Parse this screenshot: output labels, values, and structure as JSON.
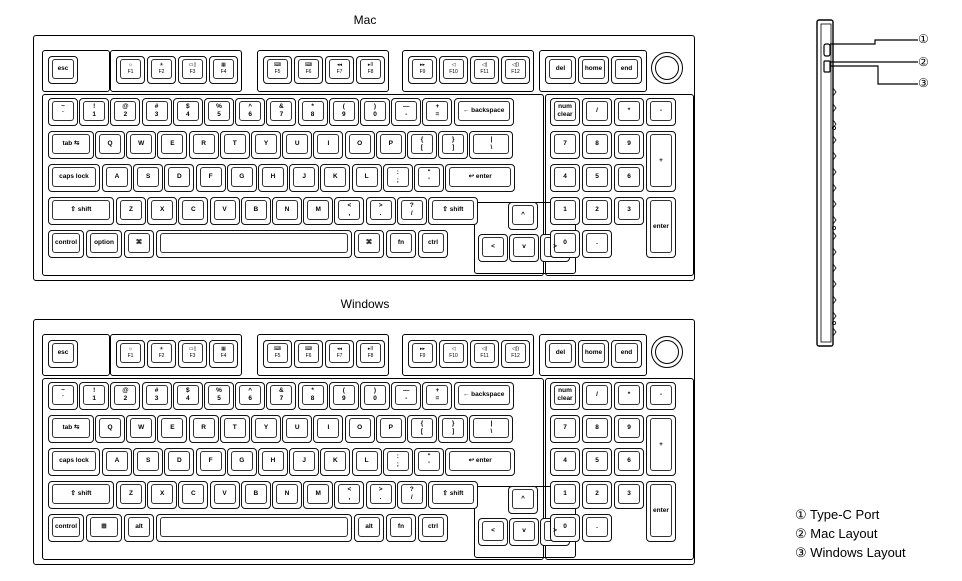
{
  "layouts": [
    {
      "id": "mac",
      "title": "Mac",
      "bottom_row": [
        "control",
        "option",
        "⌘",
        "",
        "⌘",
        "fn",
        "ctrl"
      ]
    },
    {
      "id": "windows",
      "title": "Windows",
      "bottom_row": [
        "control",
        "⊞",
        "alt",
        "",
        "alt",
        "fn",
        "ctrl"
      ]
    }
  ],
  "keys": {
    "esc": "esc",
    "f_row": [
      [
        "☼\nF1",
        "☀\nF2",
        "▭▯\nF3",
        "▦\nF4"
      ],
      [
        "⌨\nF5",
        "⌨\nF6",
        "◂◂\nF7",
        "▸II\nF8"
      ],
      [
        "▸▸\nF9",
        "◁\nF10",
        "◁)\nF11",
        "◁))\nF12"
      ]
    ],
    "nav_top": [
      "del",
      "home",
      "end"
    ],
    "number_row": [
      "~\n`",
      "!\n1",
      "@\n2",
      "#\n3",
      "$\n4",
      "%\n5",
      "^\n6",
      "&\n7",
      "*\n8",
      "(\n9",
      ")\n0",
      "—\n-",
      "+\n=",
      "← backspace"
    ],
    "tab_row": [
      "tab ⇆",
      "Q",
      "W",
      "E",
      "R",
      "T",
      "Y",
      "U",
      "I",
      "O",
      "P",
      "{\n[",
      "}\n]",
      "|\n\\"
    ],
    "caps_row": [
      "caps lock",
      "A",
      "S",
      "D",
      "F",
      "G",
      "H",
      "J",
      "K",
      "L",
      ":\n;",
      "\"\n'",
      "↩ enter"
    ],
    "shift_row": [
      "⇧ shift",
      "Z",
      "X",
      "C",
      "V",
      "B",
      "N",
      "M",
      "<\n,",
      ">\n.",
      "?\n/",
      "⇧ shift"
    ],
    "arrows": [
      "^",
      "<",
      "v",
      ">"
    ],
    "numpad": {
      "row1": [
        "num\nclear",
        "/",
        "*",
        "-"
      ],
      "row2": [
        "7",
        "8",
        "9"
      ],
      "row3": [
        "4",
        "5",
        "6"
      ],
      "row4": [
        "1",
        "2",
        "3"
      ],
      "row5": [
        "0",
        "."
      ],
      "plus": "+",
      "enter": "enter"
    }
  },
  "callouts": [
    "①",
    "②",
    "③"
  ],
  "legend": [
    "① Type-C Port",
    "② Mac Layout",
    "③ Windows Layout"
  ]
}
